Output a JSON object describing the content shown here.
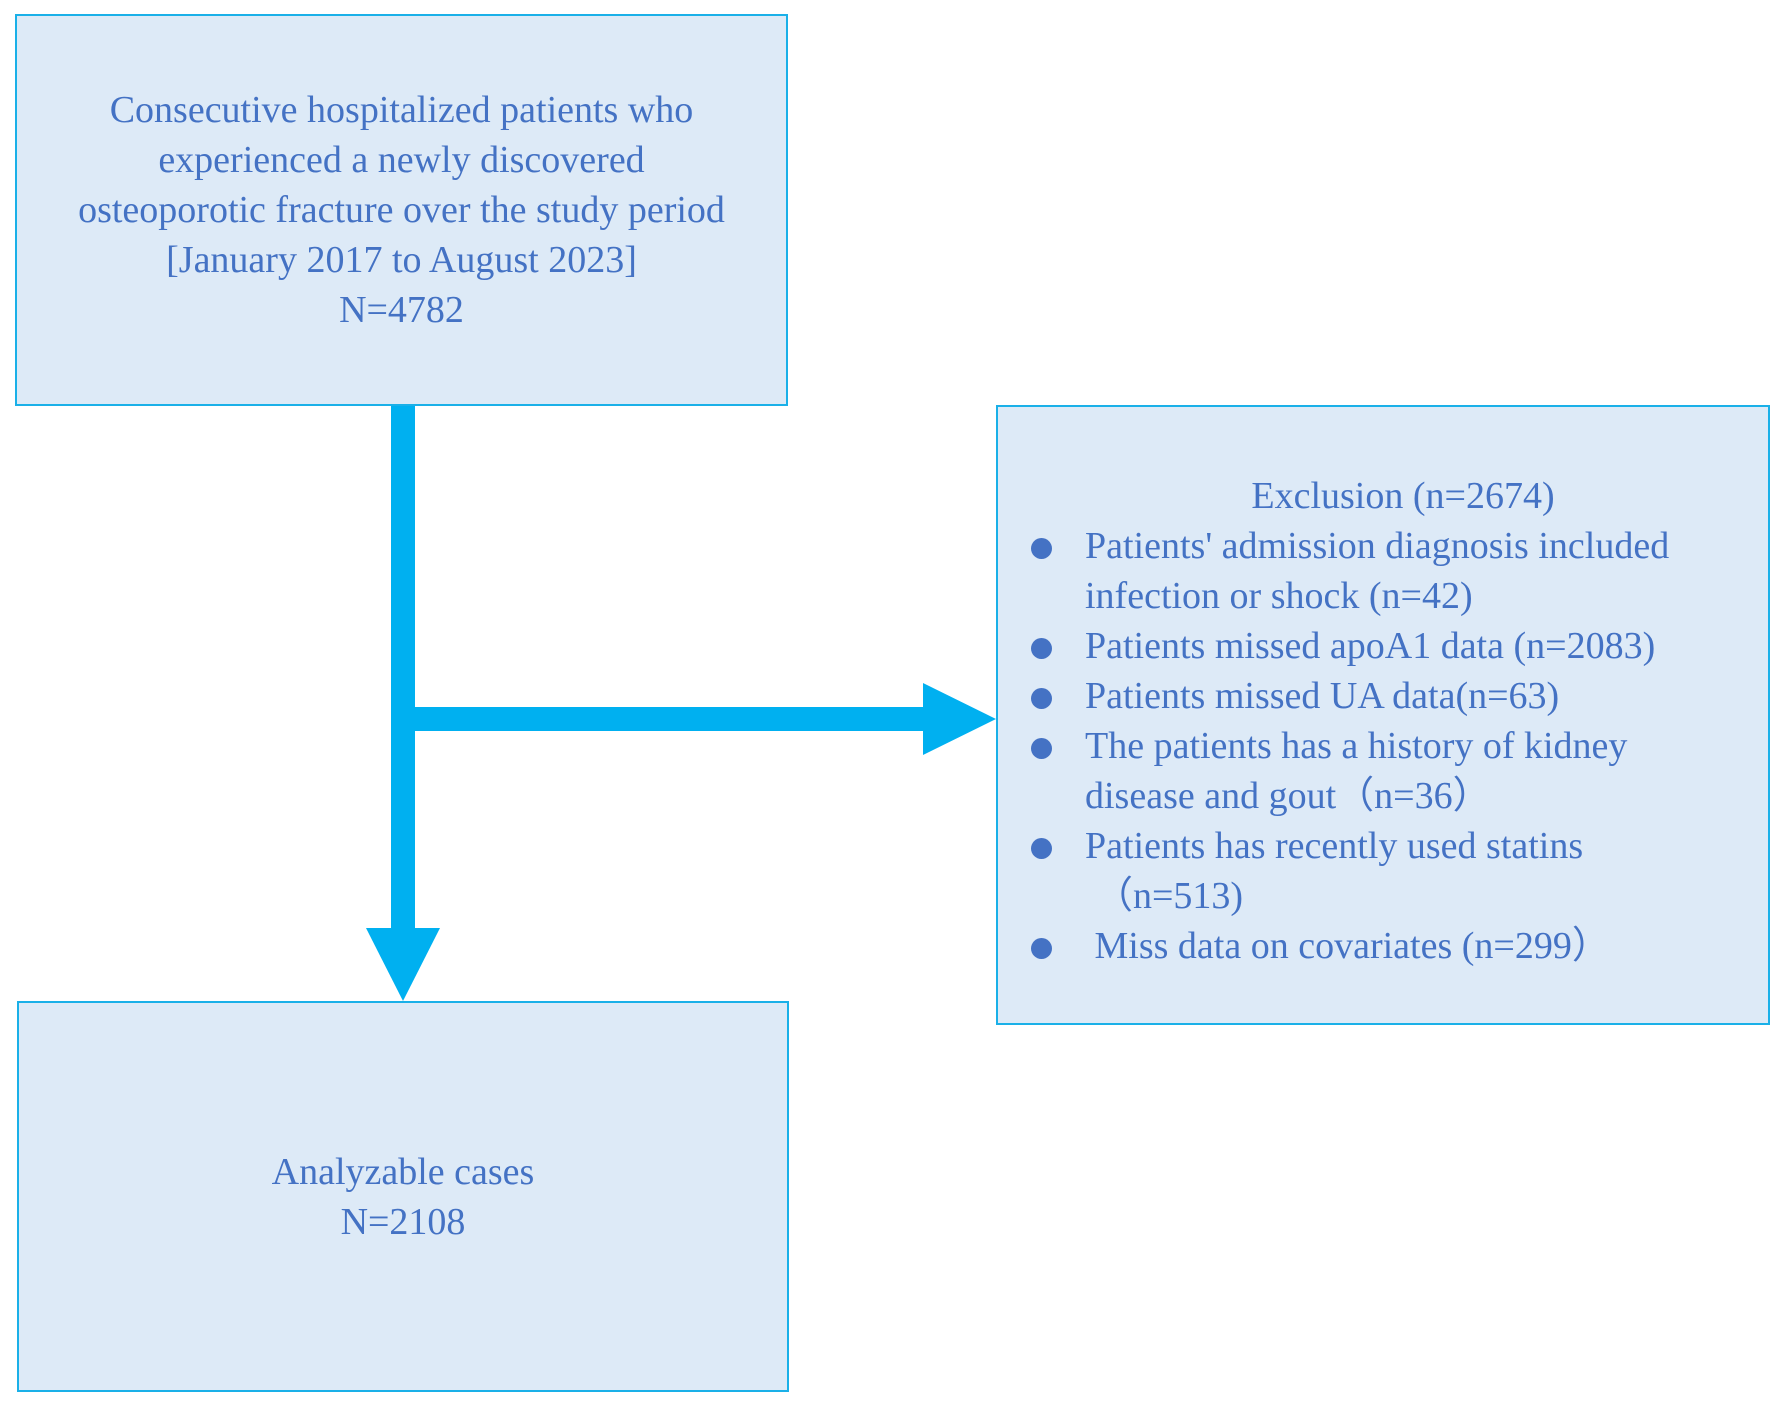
{
  "start_box": {
    "lines": [
      "Consecutive hospitalized patients who",
      "experienced a newly discovered",
      "osteoporotic fracture over the study period",
      "[January 2017 to August 2023]",
      "N=4782"
    ]
  },
  "exclusion_box": {
    "title": "Exclusion (n=2674)",
    "items": [
      {
        "lines": [
          "Patients' admission diagnosis included",
          "infection or shock (n=42)"
        ]
      },
      {
        "lines": [
          "Patients missed apoA1 data (n=2083)"
        ]
      },
      {
        "lines": [
          "Patients missed UA data(n=63)"
        ]
      },
      {
        "lines": [
          "The patients has a history of kidney",
          "disease and gout（n=36）"
        ]
      },
      {
        "lines": [
          "Patients has recently used statins",
          "（n=513)"
        ]
      },
      {
        "lines": [
          " Miss data on covariates (n=299）"
        ]
      }
    ]
  },
  "end_box": {
    "lines": [
      "Analyzable cases",
      "N=2108"
    ]
  },
  "colors": {
    "box_fill": "#ddeaf7",
    "box_border": "#1ab0e8",
    "arrow": "#00b0f0",
    "text": "#4472c4"
  }
}
